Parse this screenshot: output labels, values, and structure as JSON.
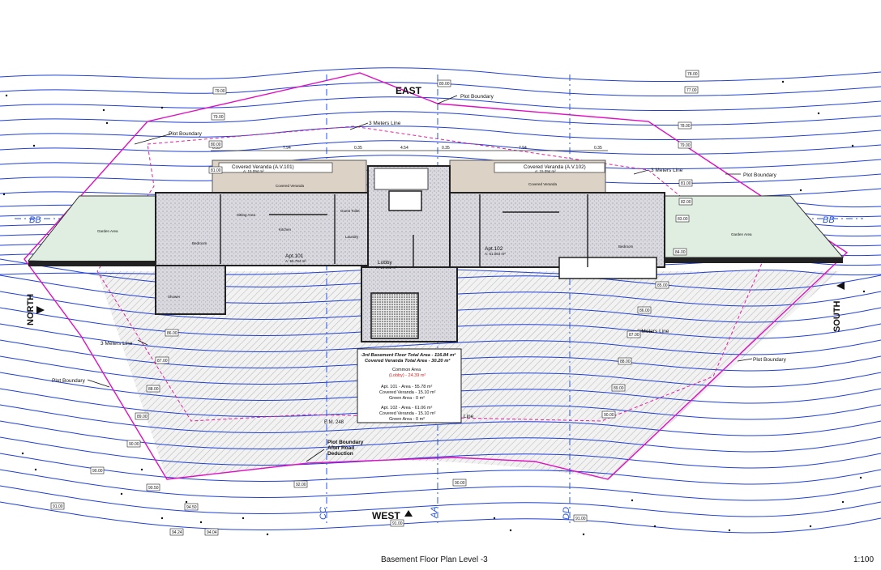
{
  "compass": {
    "east": "EAST",
    "west": "WEST",
    "north": "NORTH",
    "south": "SOUTH"
  },
  "grid_labels": {
    "bb_left": "BB",
    "bb_right": "BB",
    "cc": "CC",
    "aa": "AA",
    "dd": "DD"
  },
  "annotations": {
    "plot_boundary": "Plot Boundary",
    "three_meters_line": "3 Meters Line",
    "plot_boundary_after_road": [
      "Plot Boundary",
      "After Road",
      "Deduction"
    ],
    "em": "E.M. 248",
    "line_fragment": "Line"
  },
  "verandas": {
    "left_title": "Covered Veranda (A.V.101)",
    "left_area": "A: 15.094 m²",
    "left_sub": "Covered Veranda",
    "right_title": "Covered Veranda (A.V.102)",
    "right_area": "A: 15.094 m²",
    "right_sub": "Covered Veranda"
  },
  "rooms": {
    "apt101": "Apt.101",
    "apt101_area": "A: 55.784 m²",
    "apt102": "Apt.102",
    "apt102_area": "A: 61.064 m²",
    "lobby": "Lobby",
    "lobby_area": "A: 24.392 m²",
    "bedroom_left": "Bedroom",
    "bedroom_right": "Bedroom",
    "garden_left": "Garden Area",
    "garden_right": "Garden Area",
    "kitchen": "Kitchen",
    "laundry": "Laundry",
    "shower": "Shower",
    "sitting": "Sitting Area",
    "guest": "Guest Toilet"
  },
  "dimensions": [
    "0.35",
    "7.94",
    "0.35",
    "4.54",
    "0.35",
    "7.94",
    "0.35"
  ],
  "summary": {
    "line1": "-3rd Basement Floor Total Area - 116.84 m²",
    "line2": "Covered Veranda Total Area - 30.20 m²",
    "common_title": "Common Area",
    "common_value": "(Lobby) - 24.39 m²",
    "apt101_line": "Apt. 101 - Area - 55.78 m²",
    "apt101_veranda": "Covered Veranda - 15.10 m²",
    "apt101_green": "Green Area - 0 m²",
    "apt102_line": "Apt. 102 - Area - 61.06 m²",
    "apt102_veranda": "Covered Veranda - 15.10 m²",
    "apt102_green": "Green Area - 0 m²"
  },
  "levels": [
    {
      "v": "79.00",
      "p": [
        264,
        114
      ]
    },
    {
      "v": "79.00",
      "p": [
        262,
        146
      ]
    },
    {
      "v": "80.00",
      "p": [
        259,
        180
      ]
    },
    {
      "v": "81.00",
      "p": [
        259,
        212
      ]
    },
    {
      "v": "78.00",
      "p": [
        847,
        93
      ]
    },
    {
      "v": "77.00",
      "p": [
        846,
        113
      ]
    },
    {
      "v": "78.00",
      "p": [
        838,
        157
      ]
    },
    {
      "v": "79.00",
      "p": [
        838,
        181
      ]
    },
    {
      "v": "81.00",
      "p": [
        839,
        228
      ]
    },
    {
      "v": "82.00",
      "p": [
        839,
        251
      ]
    },
    {
      "v": "83.00",
      "p": [
        835,
        272
      ]
    },
    {
      "v": "84.00",
      "p": [
        832,
        313
      ]
    },
    {
      "v": "85.00",
      "p": [
        810,
        354
      ]
    },
    {
      "v": "86.00",
      "p": [
        788,
        385
      ]
    },
    {
      "v": "87.00",
      "p": [
        775,
        415
      ]
    },
    {
      "v": "88.00",
      "p": [
        764,
        448
      ]
    },
    {
      "v": "89.00",
      "p": [
        756,
        481
      ]
    },
    {
      "v": "90.00",
      "p": [
        744,
        514
      ]
    },
    {
      "v": "86.00",
      "p": [
        205,
        413
      ]
    },
    {
      "v": "87.00",
      "p": [
        193,
        447
      ]
    },
    {
      "v": "88.00",
      "p": [
        182,
        482
      ]
    },
    {
      "v": "89.00",
      "p": [
        168,
        516
      ]
    },
    {
      "v": "90.00",
      "p": [
        158,
        550
      ]
    },
    {
      "v": "90.00",
      "p": [
        113,
        583
      ]
    },
    {
      "v": "90.50",
      "p": [
        182,
        604
      ]
    },
    {
      "v": "91.00",
      "p": [
        64,
        627
      ]
    },
    {
      "v": "94.50",
      "p": [
        229,
        628
      ]
    },
    {
      "v": "94.24",
      "p": [
        211,
        659
      ]
    },
    {
      "v": "94.04",
      "p": [
        254,
        659
      ]
    },
    {
      "v": "92.00",
      "p": [
        364,
        600
      ]
    },
    {
      "v": "91.00",
      "p": [
        483,
        648
      ]
    },
    {
      "v": "91.00",
      "p": [
        709,
        642
      ]
    },
    {
      "v": "90.00",
      "p": [
        560,
        598
      ]
    },
    {
      "v": "80.00",
      "p": [
        541,
        105
      ]
    }
  ],
  "title": "Basement Floor Plan Level -3",
  "scale": "1:100"
}
